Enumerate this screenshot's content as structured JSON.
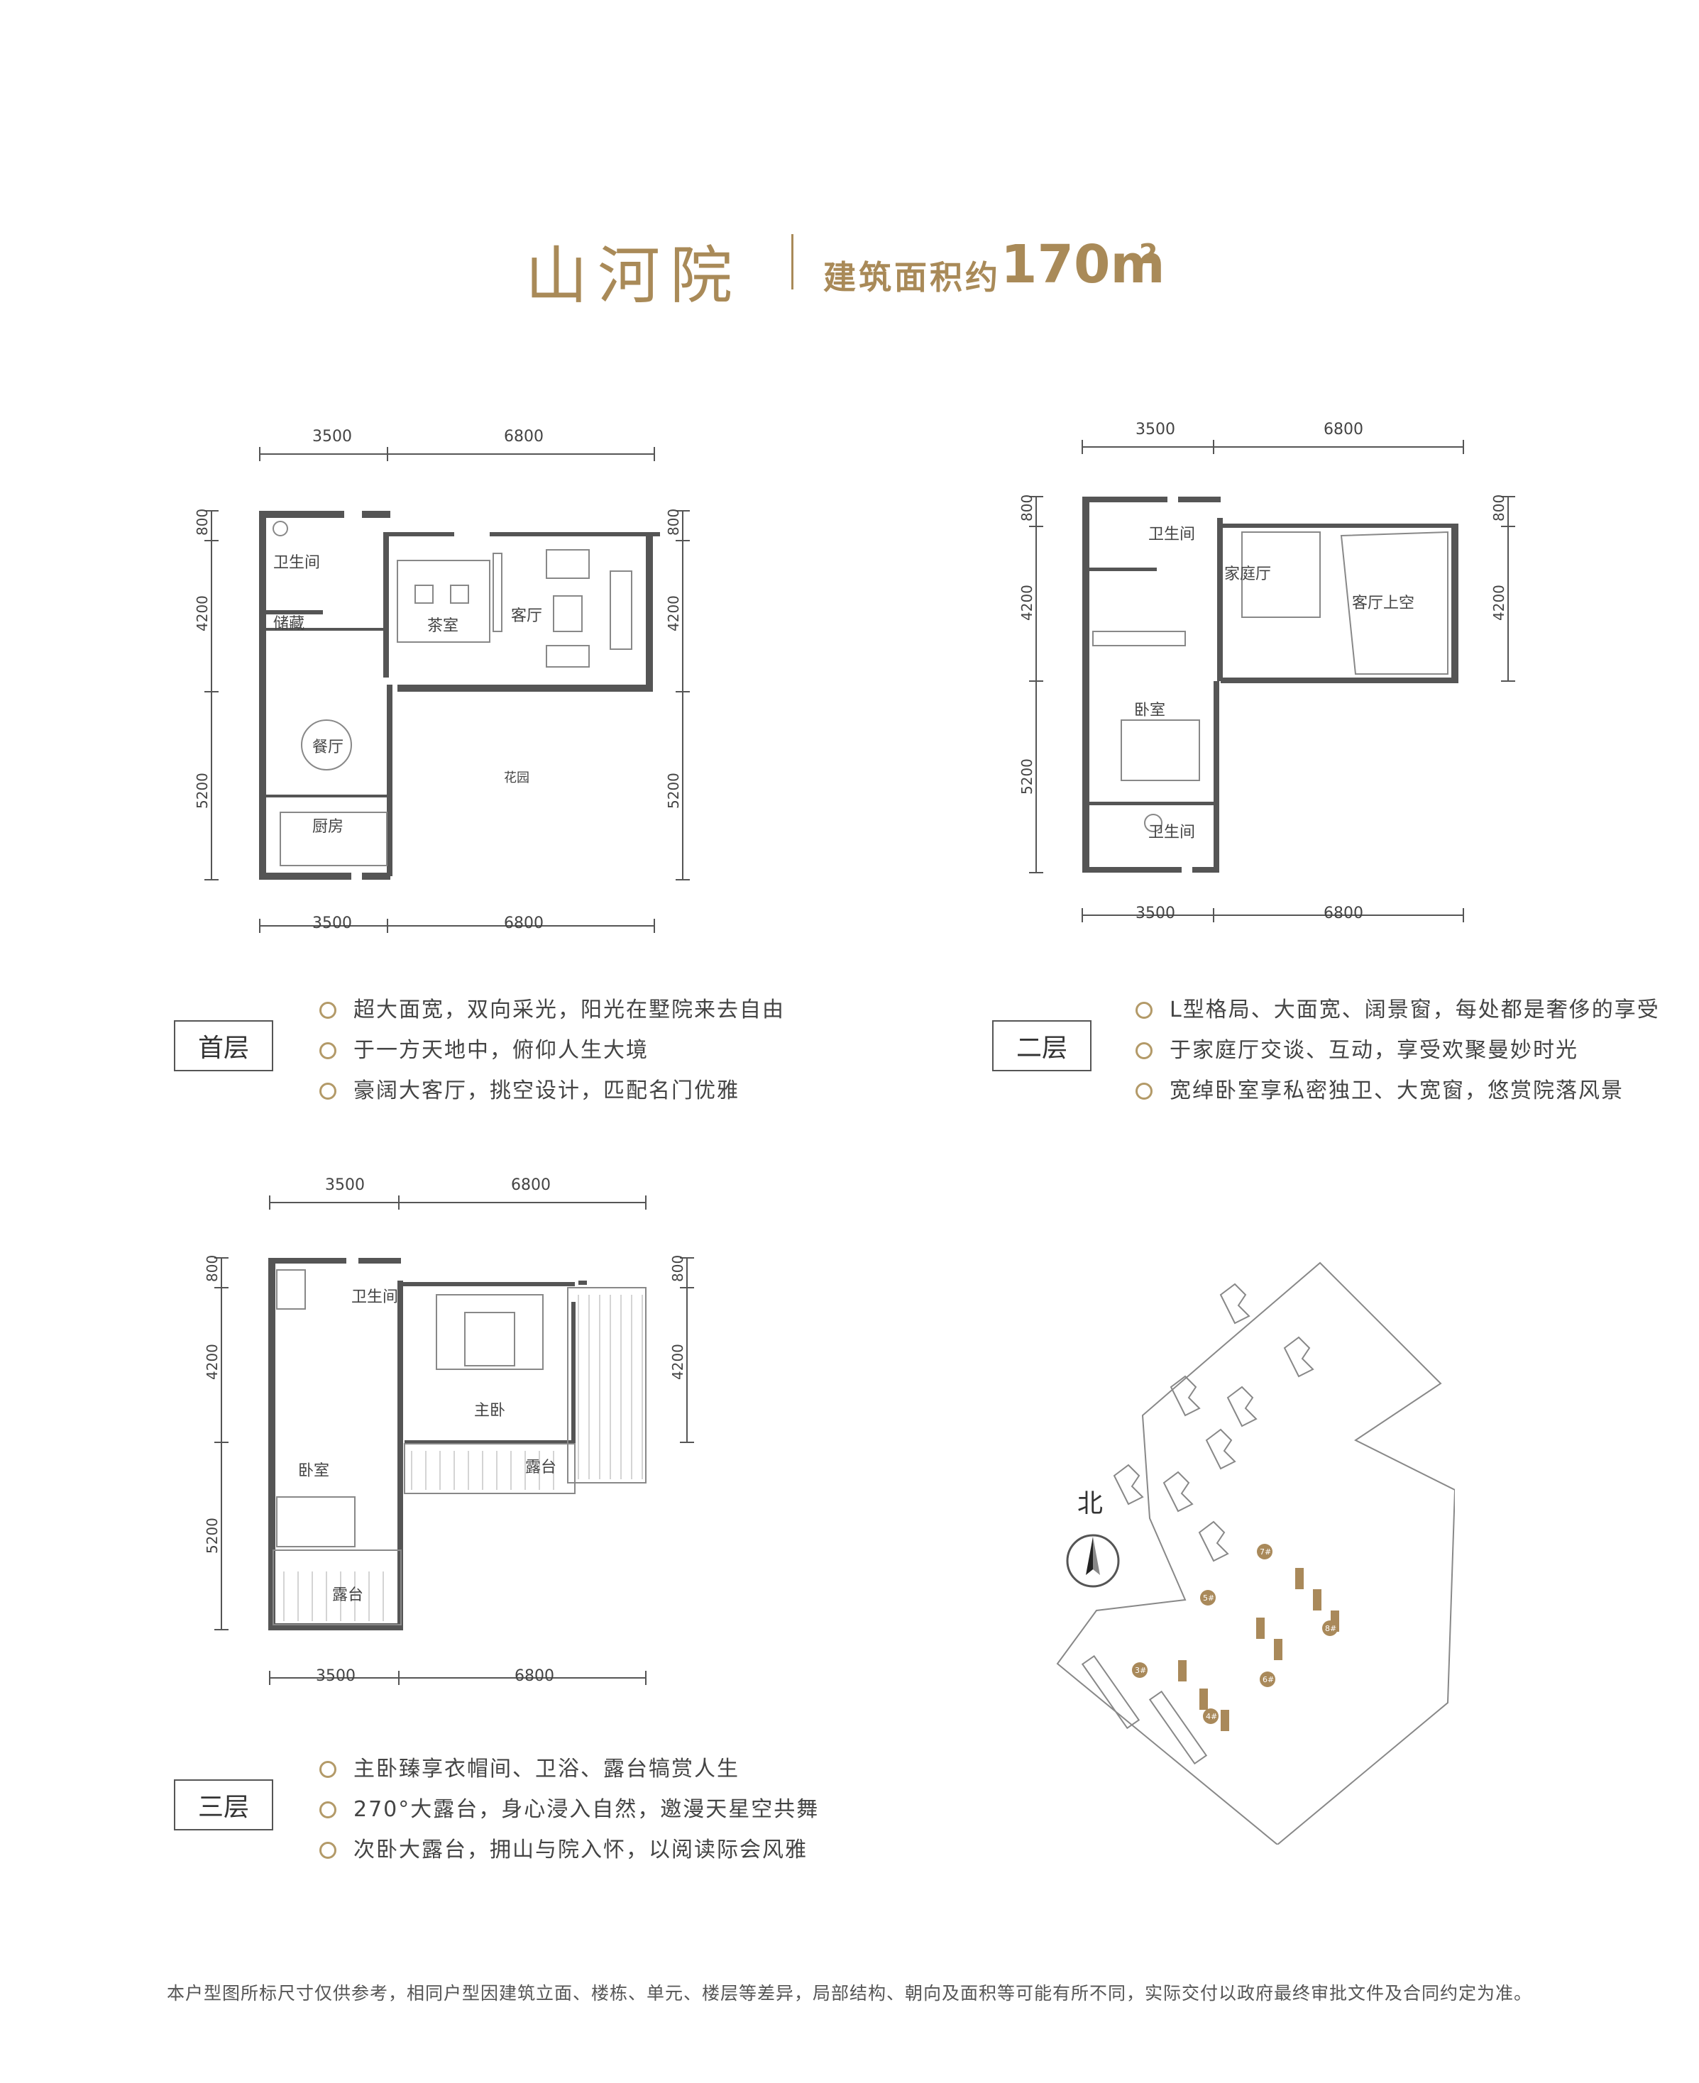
{
  "header": {
    "title": "山河院",
    "area_label": "建筑面积约",
    "area_value": "170m",
    "area_sup": "2"
  },
  "floor1": {
    "label": "首层",
    "dims_top": [
      "3500",
      "6800"
    ],
    "dims_bottom": [
      "3500",
      "6800"
    ],
    "dims_left": [
      "800",
      "4200",
      "5200"
    ],
    "dims_right": [
      "800",
      "4200",
      "5200"
    ],
    "rooms": [
      "卫生间",
      "储藏",
      "茶室",
      "客厅",
      "餐厅",
      "花园",
      "厨房"
    ],
    "features": [
      "超大面宽，双向采光，阳光在墅院来去自由",
      "于一方天地中，俯仰人生大境",
      "豪阔大客厅，挑空设计，匹配名门优雅"
    ]
  },
  "floor2": {
    "label": "二层",
    "dims_top": [
      "3500",
      "6800"
    ],
    "dims_bottom": [
      "3500",
      "6800"
    ],
    "dims_left": [
      "800",
      "4200",
      "5200"
    ],
    "dims_right": [
      "800",
      "4200"
    ],
    "rooms": [
      "卫生间",
      "家庭厅",
      "客厅上空",
      "卧室",
      "卫生间"
    ],
    "features": [
      "L型格局、大面宽、阔景窗，每处都是奢侈的享受",
      "于家庭厅交谈、互动，享受欢聚曼妙时光",
      "宽绰卧室享私密独卫、大宽窗，悠赏院落风景"
    ]
  },
  "floor3": {
    "label": "三层",
    "dims_top": [
      "3500",
      "6800"
    ],
    "dims_bottom": [
      "3500",
      "6800"
    ],
    "dims_left": [
      "800",
      "4200",
      "5200"
    ],
    "dims_right": [
      "800",
      "4200"
    ],
    "rooms": [
      "卫生间",
      "主卧",
      "卧室",
      "露台",
      "露台"
    ],
    "features": [
      "主卧臻享衣帽间、卫浴、露台犒赏人生",
      "270°大露台，身心浸入自然，邀漫天星空共舞",
      "次卧大露台，拥山与院入怀，以阅读际会风雅"
    ]
  },
  "siteplan": {
    "north_label": "北",
    "buildings": [
      "3#",
      "4#",
      "5#",
      "6#",
      "7#",
      "8#"
    ]
  },
  "footer": "本户型图所标尺寸仅供参考，相同户型因建筑立面、楼栋、单元、楼层等差异，局部结构、朝向及面积等可能有所不同，实际交付以政府最终审批文件及合同约定为准。",
  "colors": {
    "accent": "#a98a58",
    "wall": "#555555",
    "building": "#a9895a"
  }
}
